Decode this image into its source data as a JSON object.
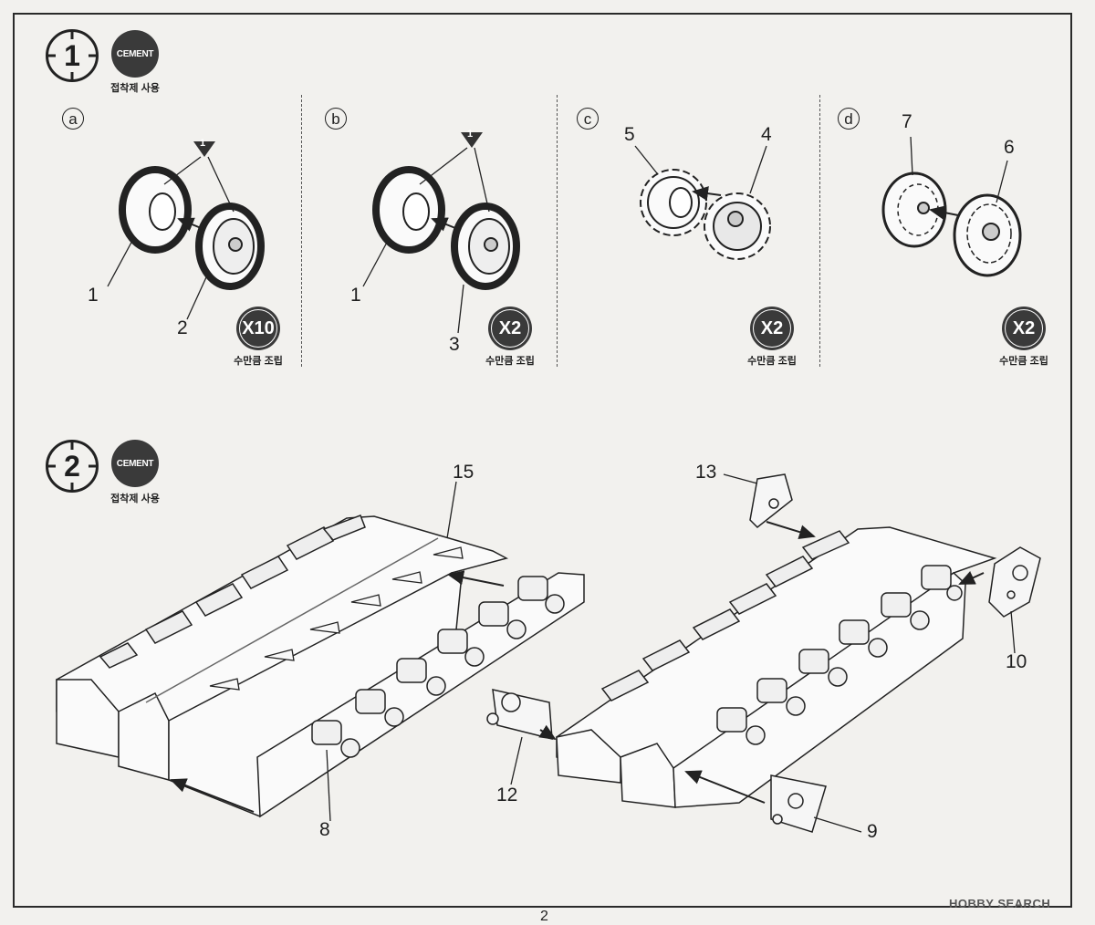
{
  "steps": [
    {
      "number": "1",
      "badge": "CEMENT",
      "note": "접착제 사용"
    },
    {
      "number": "2",
      "badge": "CEMENT",
      "note": "접착제 사용"
    }
  ],
  "step1": {
    "panels": [
      {
        "letter": "a",
        "parts": [
          "1",
          "2"
        ],
        "marker": "1",
        "quantity": "X10",
        "quantity_note": "수만큼 조립"
      },
      {
        "letter": "b",
        "parts": [
          "1",
          "3"
        ],
        "marker": "1",
        "quantity": "X2",
        "quantity_note": "수만큼 조립"
      },
      {
        "letter": "c",
        "parts": [
          "5",
          "4"
        ],
        "quantity": "X2",
        "quantity_note": "수만큼 조립"
      },
      {
        "letter": "d",
        "parts": [
          "7",
          "6"
        ],
        "quantity": "X2",
        "quantity_note": "수만큼 조립"
      }
    ]
  },
  "step2": {
    "left_parts": [
      "15",
      "8",
      "12"
    ],
    "right_parts": [
      "13",
      "10",
      "9"
    ]
  },
  "page_number": "2",
  "watermark": "HOBBY SEARCH",
  "colors": {
    "ink": "#1f1f1f",
    "paper": "#f2f1ee",
    "badge": "#3a3a3a"
  }
}
